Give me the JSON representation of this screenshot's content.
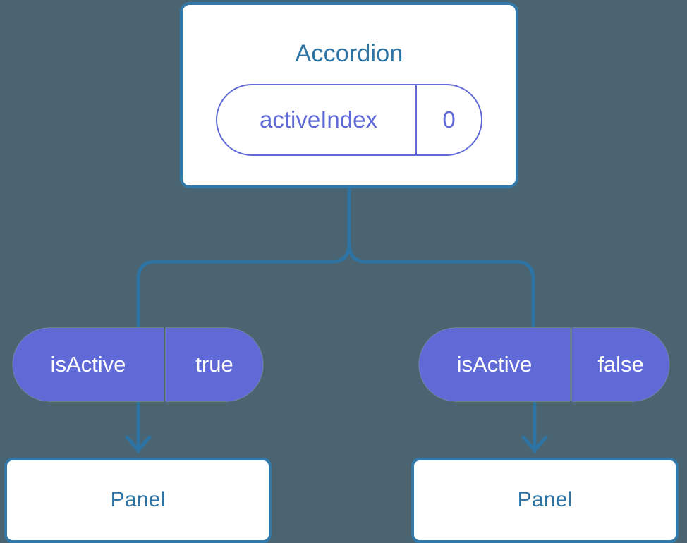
{
  "diagram": {
    "title_color": "#2d74a5",
    "accent_color": "#3279a9",
    "pill_color": "#606ad6",
    "background_color": "#4a6571",
    "root": {
      "name": "Accordion",
      "state_pill": {
        "key": "activeIndex",
        "value": "0"
      }
    },
    "branches": [
      {
        "prop_pill": {
          "key": "isActive",
          "value": "true"
        },
        "child": {
          "name": "Panel"
        }
      },
      {
        "prop_pill": {
          "key": "isActive",
          "value": "false"
        },
        "child": {
          "name": "Panel"
        }
      }
    ]
  }
}
